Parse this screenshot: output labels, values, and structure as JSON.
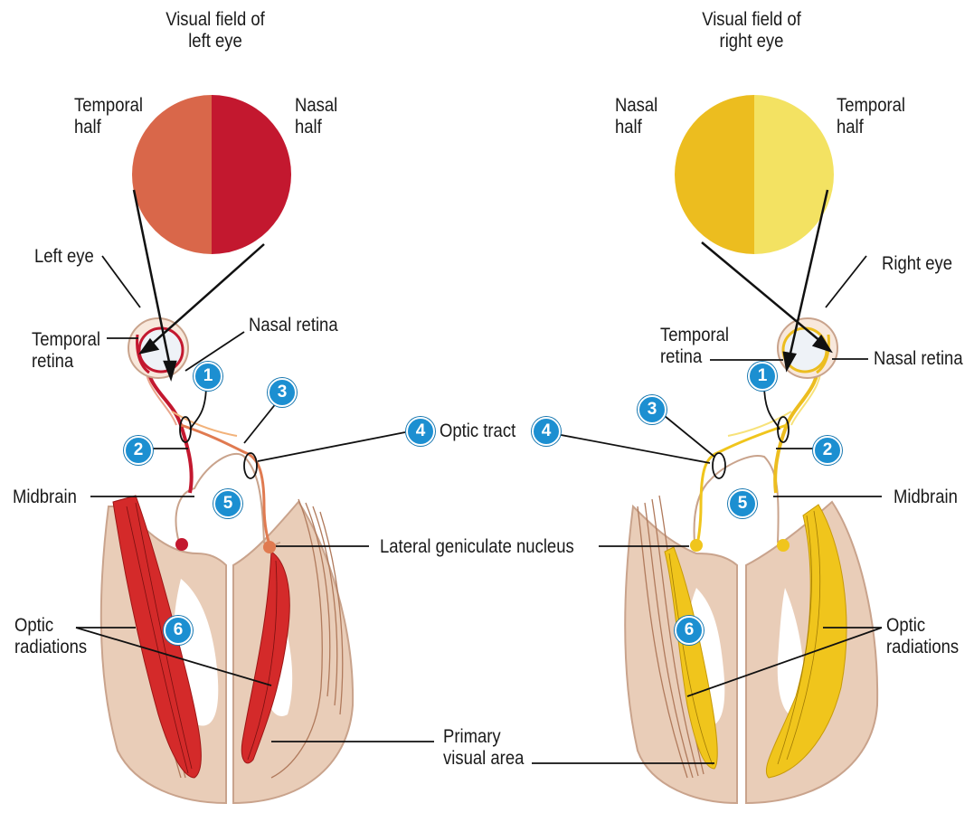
{
  "colors": {
    "left_temporal_field": "#d9674a",
    "left_nasal_field": "#c3182f",
    "right_nasal_field": "#ecbd1f",
    "right_temporal_field": "#f3e262",
    "brain_tissue": "#e9cdb8",
    "fiber_brown": "#b07a5c",
    "badge_blue": "#1c8fd1"
  },
  "labels": {
    "left_field_title": "Visual field of\nleft eye",
    "right_field_title": "Visual field of\nright eye",
    "left_temporal_half": "Temporal\nhalf",
    "left_nasal_half": "Nasal\nhalf",
    "right_nasal_half": "Nasal\nhalf",
    "right_temporal_half": "Temporal\nhalf",
    "left_eye": "Left eye",
    "right_eye": "Right eye",
    "left_temporal_retina": "Temporal\nretina",
    "left_nasal_retina": "Nasal retina",
    "right_temporal_retina": "Temporal\nretina",
    "right_nasal_retina": "Nasal retina",
    "optic_tract": "Optic tract",
    "left_midbrain": "Midbrain",
    "right_midbrain": "Midbrain",
    "lateral_geniculate_nucleus": "Lateral geniculate nucleus",
    "left_optic_radiations": "Optic\nradiations",
    "right_optic_radiations": "Optic\nradiations",
    "primary_visual_area": "Primary\nvisual area"
  },
  "badges": {
    "b1_left": "1",
    "b1_right": "1",
    "b2_left": "2",
    "b2_right": "2",
    "b3_left": "3",
    "b3_right": "3",
    "b4_left": "4",
    "b4_right": "4",
    "b5_left": "5",
    "b5_right": "5",
    "b6_left": "6",
    "b6_right": "6"
  }
}
